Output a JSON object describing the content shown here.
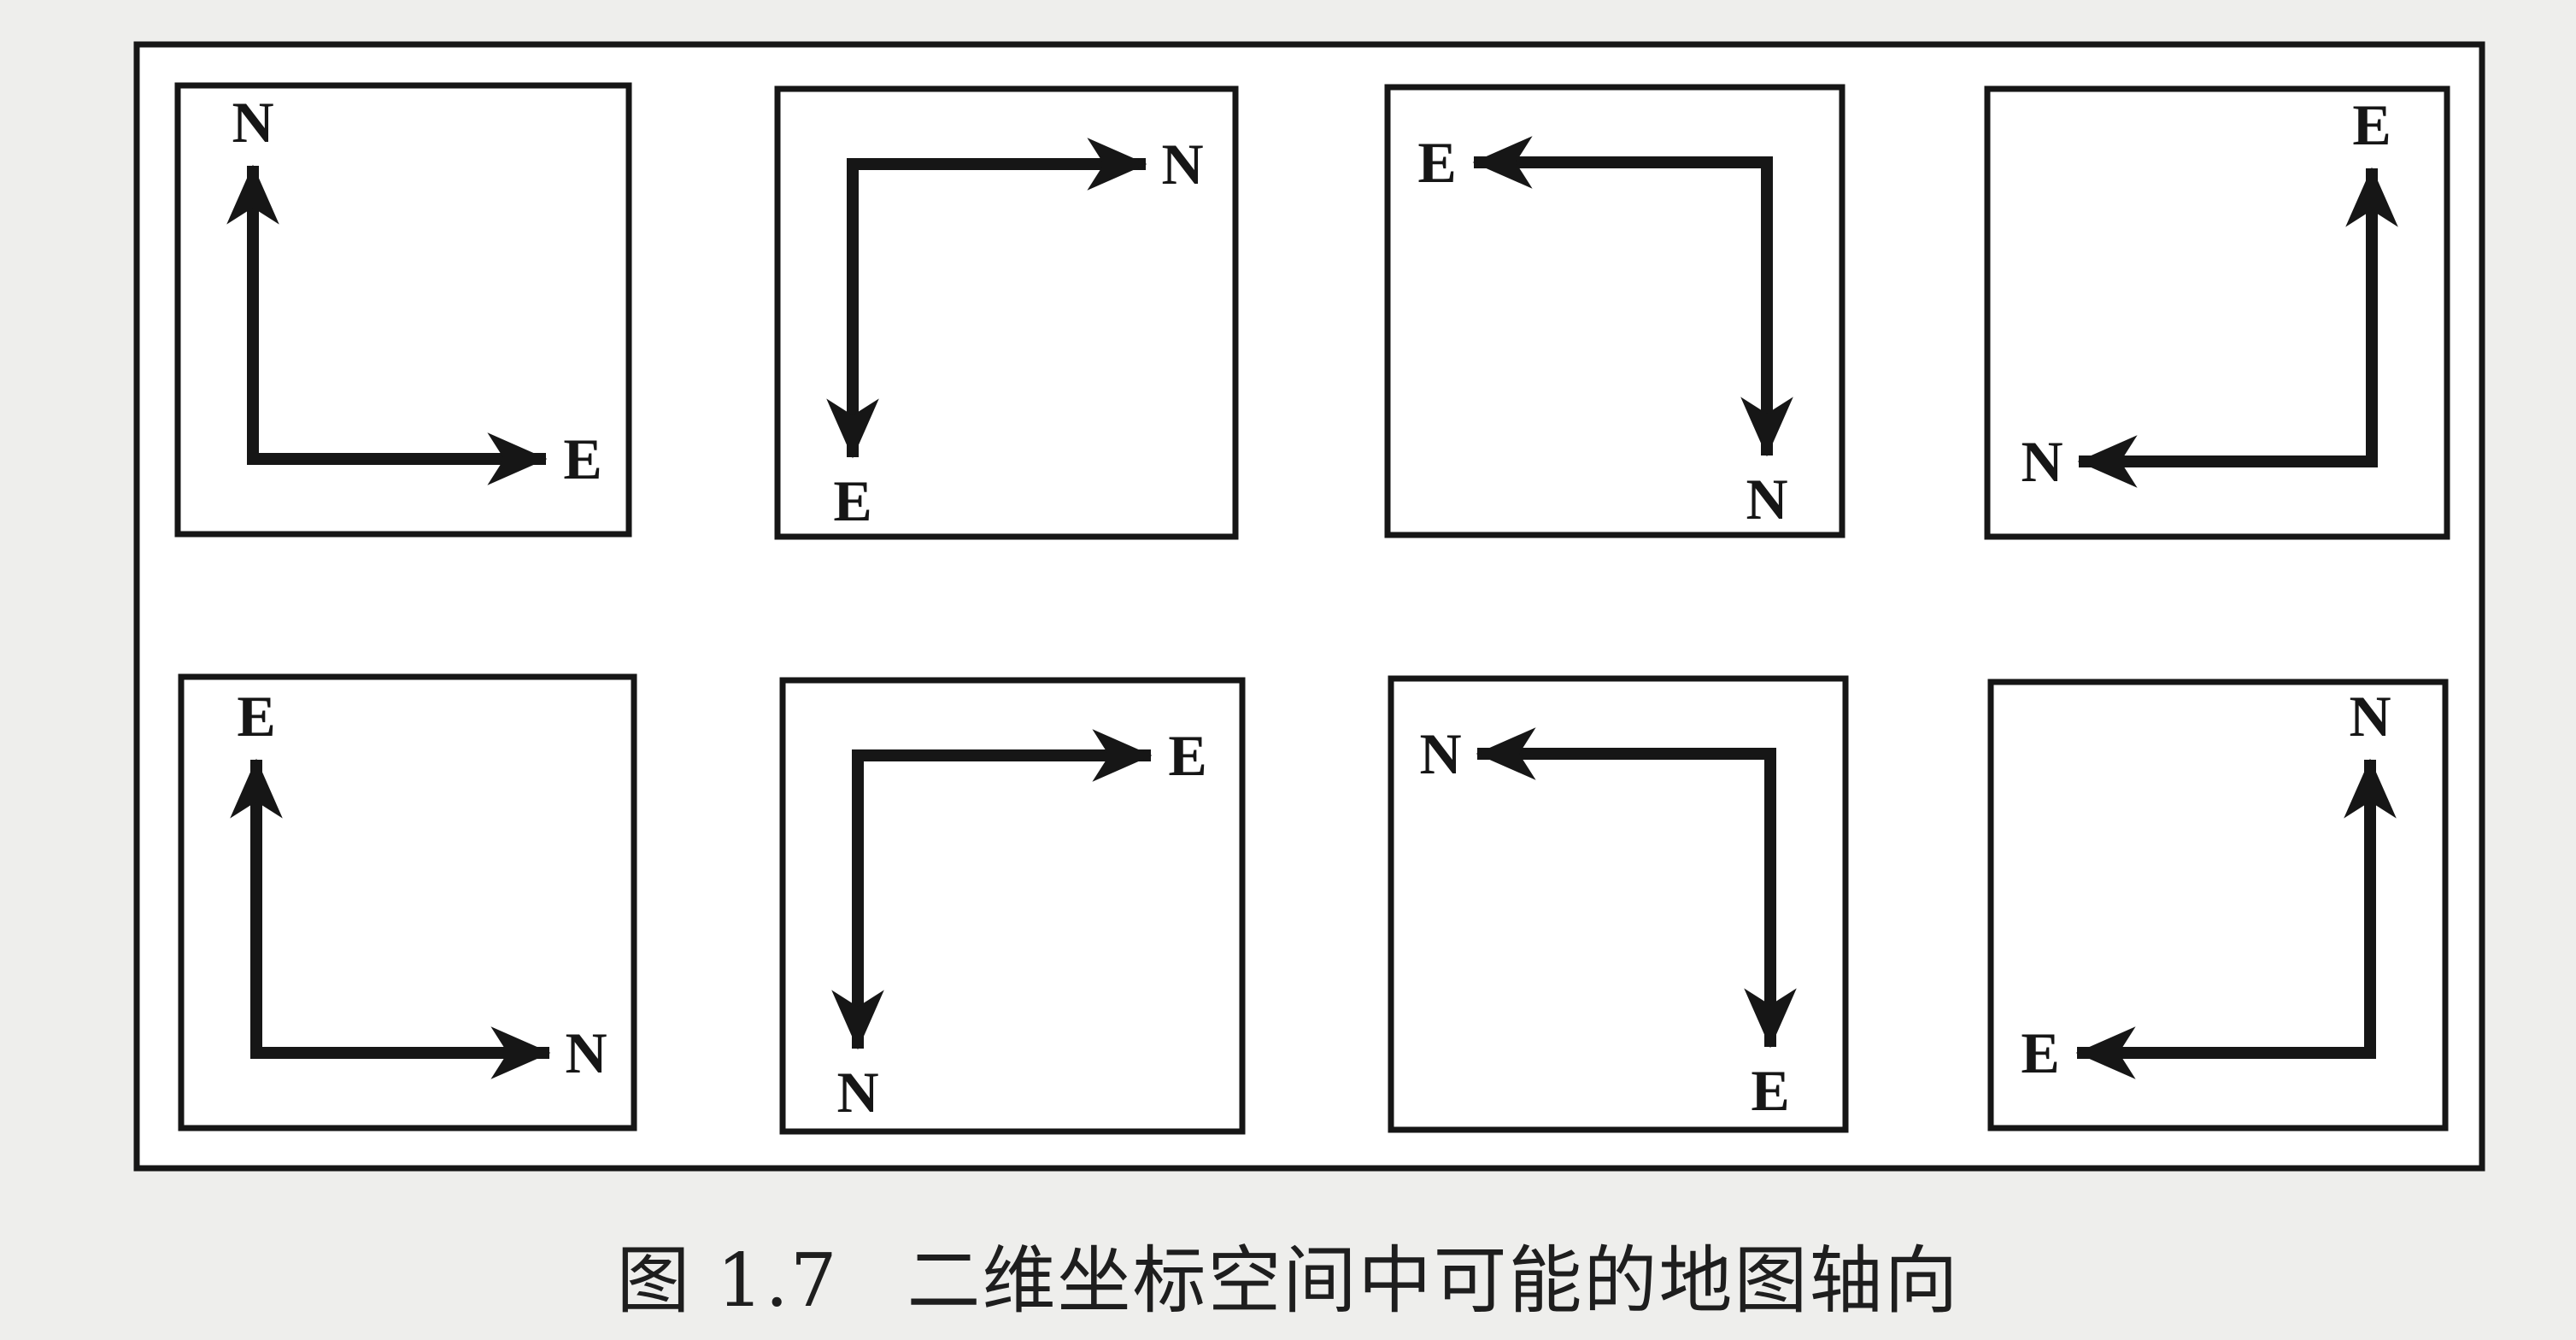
{
  "figure": {
    "caption_number": "图 1.7",
    "caption_text": "二维坐标空间中可能的地图轴向"
  },
  "panels": [
    {
      "corner": "bottom-left",
      "vertical": "N",
      "horizontal": "E"
    },
    {
      "corner": "top-left",
      "vertical": "E",
      "horizontal": "N"
    },
    {
      "corner": "top-right",
      "vertical": "N",
      "horizontal": "E"
    },
    {
      "corner": "bottom-right",
      "vertical": "E",
      "horizontal": "N"
    },
    {
      "corner": "bottom-left",
      "vertical": "E",
      "horizontal": "N"
    },
    {
      "corner": "top-left",
      "vertical": "N",
      "horizontal": "E"
    },
    {
      "corner": "top-right",
      "vertical": "E",
      "horizontal": "N"
    },
    {
      "corner": "bottom-right",
      "vertical": "N",
      "horizontal": "E"
    }
  ],
  "colors": {
    "ink": "#161616",
    "paper": "#ffffff",
    "background": "#eeeeec"
  }
}
